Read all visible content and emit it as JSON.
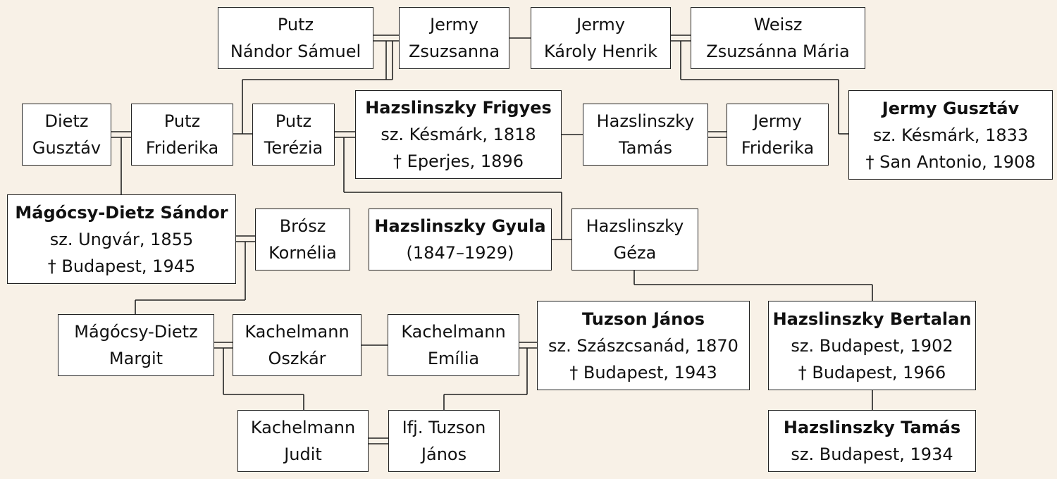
{
  "people": {
    "putz_nandor": {
      "lines": [
        "Putz",
        "Nándor Sámuel"
      ],
      "bold": false
    },
    "jermy_zsuzsanna": {
      "lines": [
        "Jermy",
        "Zsuzsanna"
      ],
      "bold": false
    },
    "jermy_karoly": {
      "lines": [
        "Jermy",
        "Károly Henrik"
      ],
      "bold": false
    },
    "weisz_zsuzsanna": {
      "lines": [
        "Weisz",
        "Zsuzsánna Mária"
      ],
      "bold": false
    },
    "dietz_gusztav": {
      "lines": [
        "Dietz",
        "Gusztáv"
      ],
      "bold": false
    },
    "putz_friderika": {
      "lines": [
        "Putz",
        "Friderika"
      ],
      "bold": false
    },
    "putz_terezia": {
      "lines": [
        "Putz",
        "Terézia"
      ],
      "bold": false
    },
    "hazslinszky_frigyes": {
      "lines": [
        "Hazslinszky Frigyes",
        "sz. Késmárk, 1818",
        "† Eperjes, 1896"
      ],
      "bold": true
    },
    "hazslinszky_tamas_sr": {
      "lines": [
        "Hazslinszky",
        "Tamás"
      ],
      "bold": false
    },
    "jermy_friderika": {
      "lines": [
        "Jermy",
        "Friderika"
      ],
      "bold": false
    },
    "jermy_gusztav": {
      "lines": [
        "Jermy Gusztáv",
        "sz. Késmárk, 1833",
        "† San Antonio, 1908"
      ],
      "bold": true
    },
    "magocsy_dietz_sandor": {
      "lines": [
        "Mágócsy-Dietz Sándor",
        "sz. Ungvár, 1855",
        "† Budapest, 1945"
      ],
      "bold": true
    },
    "brosz_kornelia": {
      "lines": [
        "Brósz",
        "Kornélia"
      ],
      "bold": false
    },
    "hazslinszky_gyula": {
      "lines": [
        "Hazslinszky Gyula",
        "(1847–1929)"
      ],
      "bold": true
    },
    "hazslinszky_geza": {
      "lines": [
        "Hazslinszky",
        "Géza"
      ],
      "bold": false
    },
    "magocsy_dietz_margit": {
      "lines": [
        "Mágócsy-Dietz",
        "Margit"
      ],
      "bold": false
    },
    "kachelmann_oszkar": {
      "lines": [
        "Kachelmann",
        "Oszkár"
      ],
      "bold": false
    },
    "kachelmann_emilia": {
      "lines": [
        "Kachelmann",
        "Emília"
      ],
      "bold": false
    },
    "tuzson_janos": {
      "lines": [
        "Tuzson János",
        "sz. Szászcsanád, 1870",
        "† Budapest, 1943"
      ],
      "bold": true
    },
    "hazslinszky_bertalan": {
      "lines": [
        "Hazslinszky Bertalan",
        "sz. Budapest, 1902",
        "† Budapest, 1966"
      ],
      "bold": true
    },
    "kachelmann_judit": {
      "lines": [
        "Kachelmann",
        "Judit"
      ],
      "bold": false
    },
    "ifj_tuzson_janos": {
      "lines": [
        "Ifj. Tuzson",
        "János"
      ],
      "bold": false
    },
    "hazslinszky_tamas": {
      "lines": [
        "Hazslinszky Tamás",
        "sz. Budapest, 1934"
      ],
      "bold": true
    }
  },
  "colors": {
    "background": "#f8f1e7",
    "box": "#ffffff",
    "line": "#222222"
  }
}
